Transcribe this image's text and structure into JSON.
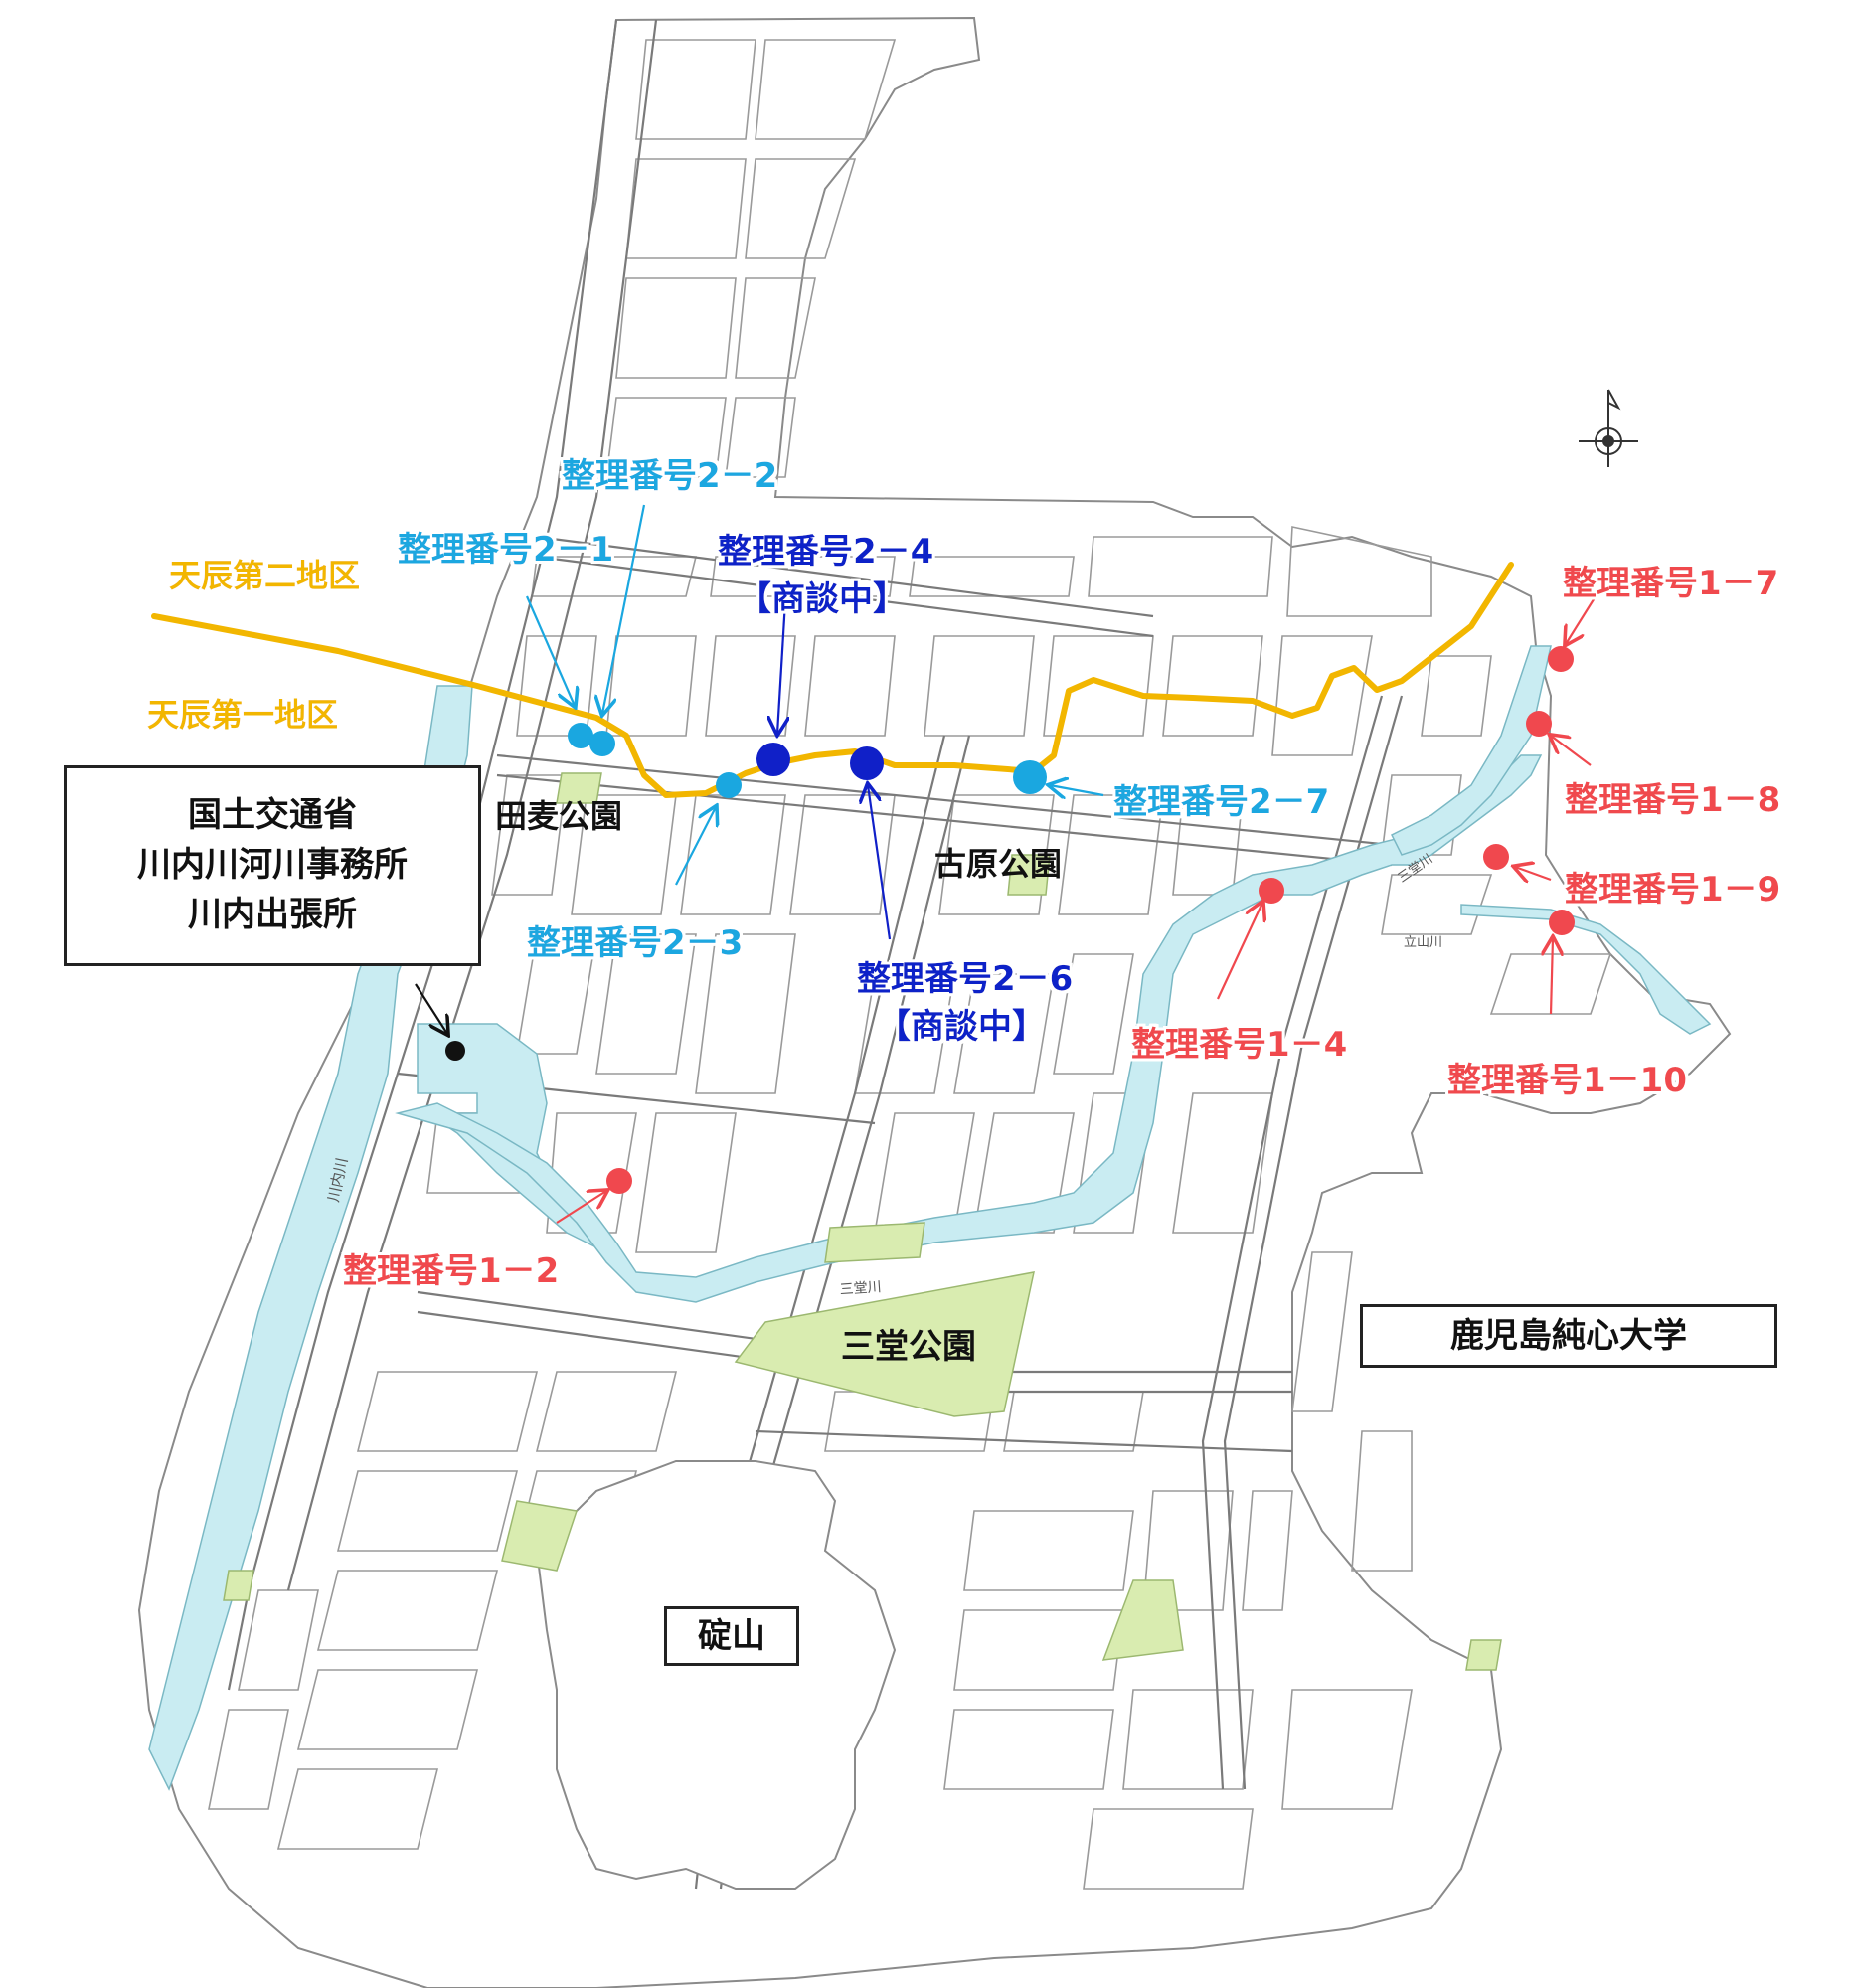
{
  "map": {
    "colors": {
      "river": "#c9ecf2",
      "park": "#d9ecb0",
      "road": "#8a8a8a",
      "boundary": "#f2b600",
      "cyan": "#1aa7e0",
      "navy": "#1020c8",
      "red": "#f0484e",
      "office": "#111111"
    },
    "districts": {
      "second": "天辰第二地区",
      "first": "天辰第一地区"
    },
    "parks": {
      "tamugi": "田麦公園",
      "kohara": "古原公園",
      "sando": "三堂公園"
    },
    "rivers": {
      "sendai": "川内川",
      "sando": "三堂川",
      "tateyama": "立山川"
    },
    "landmarks": {
      "office": [
        "国土交通省",
        "川内川河川事務所",
        "川内出張所"
      ],
      "university": "鹿児島純心大学",
      "mountain": "碇山"
    },
    "sites": {
      "s2_1": "整理番号2－1",
      "s2_2": "整理番号2－2",
      "s2_3": "整理番号2－3",
      "s2_4": "整理番号2－4",
      "s2_6": "整理番号2－6",
      "s2_7": "整理番号2－7",
      "negotiation": "【商談中】",
      "s1_2": "整理番号1－2",
      "s1_4": "整理番号1－4",
      "s1_7": "整理番号1－7",
      "s1_8": "整理番号1－8",
      "s1_9": "整理番号1－9",
      "s1_10": "整理番号1－10"
    }
  }
}
